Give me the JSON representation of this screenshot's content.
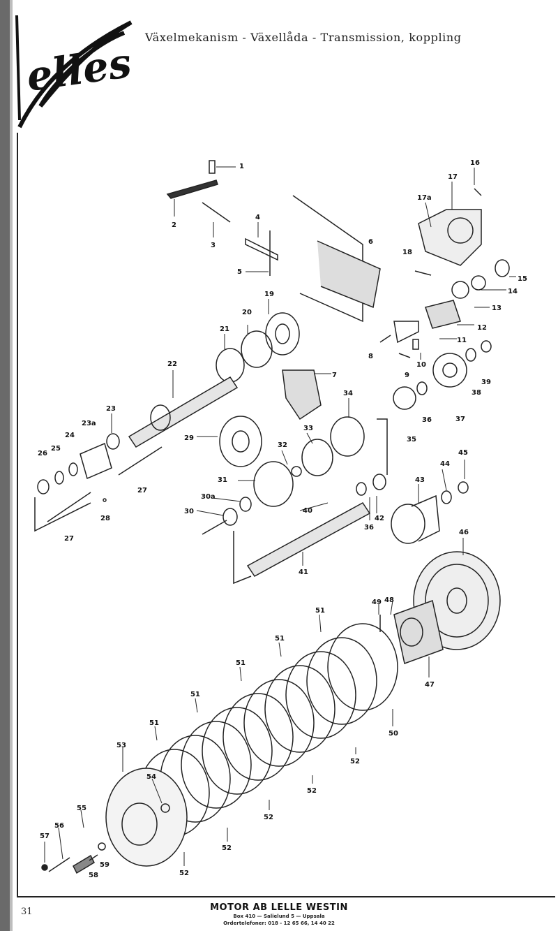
{
  "header": {
    "logo_text": "elles",
    "title": "Växelmekanism - Växellåda - Transmission, koppling"
  },
  "diagram": {
    "part_labels": [
      {
        "id": "1",
        "text": "1"
      },
      {
        "id": "2",
        "text": "2"
      },
      {
        "id": "3",
        "text": "3"
      },
      {
        "id": "4",
        "text": "4"
      },
      {
        "id": "5",
        "text": "5"
      },
      {
        "id": "6",
        "text": "6"
      },
      {
        "id": "7",
        "text": "7"
      },
      {
        "id": "8",
        "text": "8"
      },
      {
        "id": "9",
        "text": "9"
      },
      {
        "id": "10",
        "text": "10"
      },
      {
        "id": "11",
        "text": "11"
      },
      {
        "id": "12",
        "text": "12"
      },
      {
        "id": "13",
        "text": "13"
      },
      {
        "id": "14",
        "text": "14"
      },
      {
        "id": "15",
        "text": "15"
      },
      {
        "id": "16",
        "text": "16"
      },
      {
        "id": "17",
        "text": "17"
      },
      {
        "id": "17a",
        "text": "17a"
      },
      {
        "id": "18",
        "text": "18"
      },
      {
        "id": "19",
        "text": "19"
      },
      {
        "id": "20",
        "text": "20"
      },
      {
        "id": "21",
        "text": "21"
      },
      {
        "id": "22",
        "text": "22"
      },
      {
        "id": "23",
        "text": "23"
      },
      {
        "id": "23a",
        "text": "23a"
      },
      {
        "id": "24",
        "text": "24"
      },
      {
        "id": "25",
        "text": "25"
      },
      {
        "id": "26",
        "text": "26"
      },
      {
        "id": "27a",
        "text": "27"
      },
      {
        "id": "27b",
        "text": "27"
      },
      {
        "id": "28",
        "text": "28"
      },
      {
        "id": "29",
        "text": "29"
      },
      {
        "id": "30",
        "text": "30"
      },
      {
        "id": "30a",
        "text": "30a"
      },
      {
        "id": "31",
        "text": "31"
      },
      {
        "id": "32",
        "text": "32"
      },
      {
        "id": "33",
        "text": "33"
      },
      {
        "id": "34",
        "text": "34"
      },
      {
        "id": "35",
        "text": "35"
      },
      {
        "id": "36a",
        "text": "36"
      },
      {
        "id": "36b",
        "text": "36"
      },
      {
        "id": "37",
        "text": "37"
      },
      {
        "id": "38",
        "text": "38"
      },
      {
        "id": "39",
        "text": "39"
      },
      {
        "id": "40",
        "text": "40"
      },
      {
        "id": "41",
        "text": "41"
      },
      {
        "id": "42",
        "text": "42"
      },
      {
        "id": "43",
        "text": "43"
      },
      {
        "id": "44",
        "text": "44"
      },
      {
        "id": "45",
        "text": "45"
      },
      {
        "id": "46",
        "text": "46"
      },
      {
        "id": "47",
        "text": "47"
      },
      {
        "id": "48",
        "text": "48"
      },
      {
        "id": "49",
        "text": "49"
      },
      {
        "id": "50",
        "text": "50"
      },
      {
        "id": "51a",
        "text": "51"
      },
      {
        "id": "51b",
        "text": "51"
      },
      {
        "id": "51c",
        "text": "51"
      },
      {
        "id": "51d",
        "text": "51"
      },
      {
        "id": "51e",
        "text": "51"
      },
      {
        "id": "52a",
        "text": "52"
      },
      {
        "id": "52b",
        "text": "52"
      },
      {
        "id": "52c",
        "text": "52"
      },
      {
        "id": "52d",
        "text": "52"
      },
      {
        "id": "52e",
        "text": "52"
      },
      {
        "id": "53",
        "text": "53"
      },
      {
        "id": "54",
        "text": "54"
      },
      {
        "id": "55",
        "text": "55"
      },
      {
        "id": "56",
        "text": "56"
      },
      {
        "id": "57",
        "text": "57"
      },
      {
        "id": "58",
        "text": "58"
      },
      {
        "id": "59",
        "text": "59"
      }
    ]
  },
  "footer": {
    "page_number": "31",
    "company": "MOTOR AB LELLE WESTIN",
    "address": "Box 410 — Salielund 5 — Uppsala",
    "phones": "Ordertelefoner: 018 - 12 65 66, 14 40 22"
  }
}
